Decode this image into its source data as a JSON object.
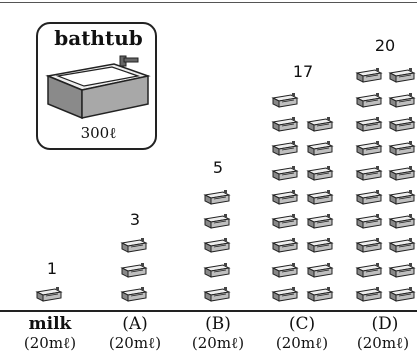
{
  "bathtub": {
    "title": "bathtub",
    "capacity": "300ℓ"
  },
  "milk": {
    "label": "milk",
    "capacity": "(20mℓ)"
  },
  "groups": [
    {
      "count": "1",
      "label": "",
      "capacity": "",
      "n": 1
    },
    {
      "count": "3",
      "label": "(A)",
      "capacity": "(20mℓ)",
      "n": 3
    },
    {
      "count": "5",
      "label": "(B)",
      "capacity": "(20mℓ)",
      "n": 5
    },
    {
      "count": "17",
      "label": "(C)",
      "capacity": "(20mℓ)",
      "n": 17
    },
    {
      "count": "20",
      "label": "(D)",
      "capacity": "(20mℓ)",
      "n": 20
    }
  ],
  "colors": {
    "ink": "#111111",
    "carton_face": "#bfbfbf",
    "tub_body": "#9a9a9a"
  },
  "icons": [
    "bathtub-icon",
    "milk-carton-icon"
  ]
}
